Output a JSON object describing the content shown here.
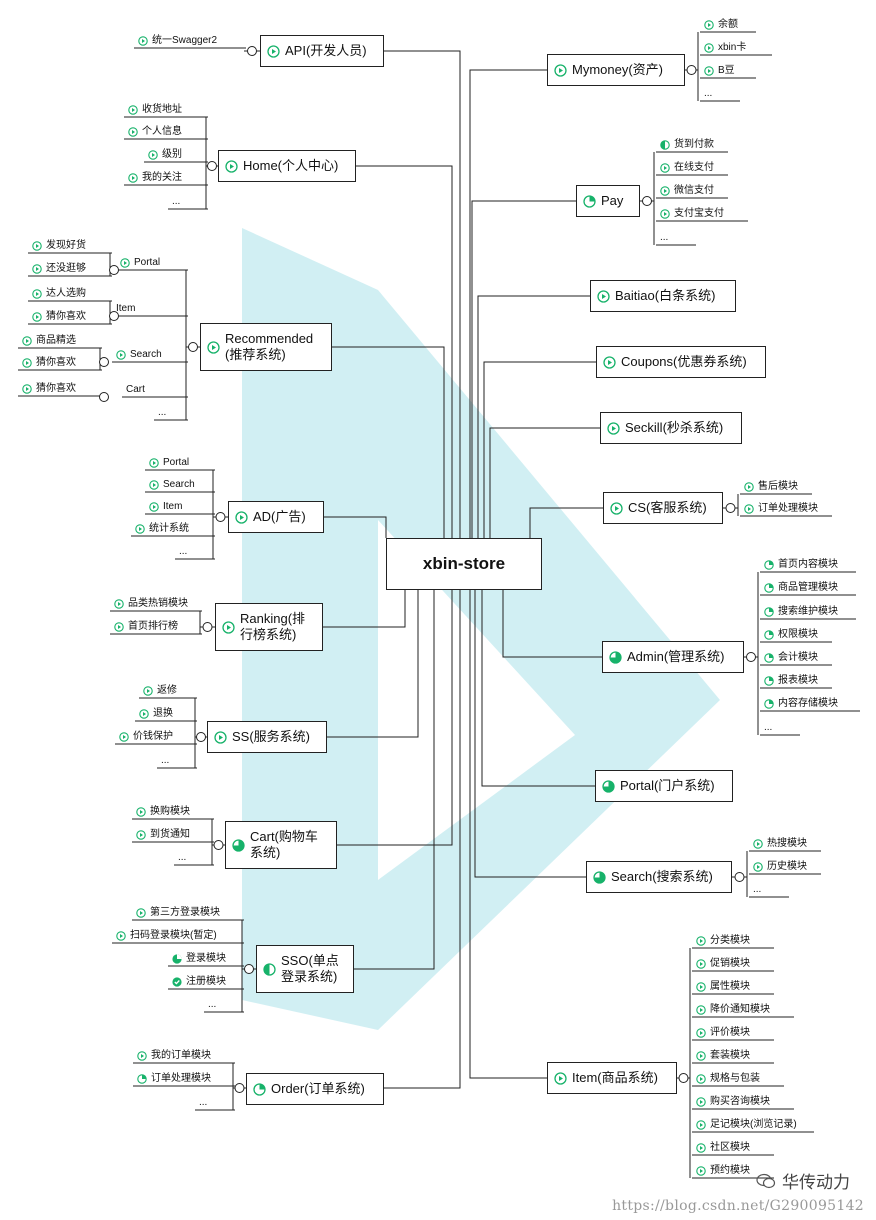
{
  "center": "xbin-store",
  "colors": {
    "accent": "#17b26a",
    "line": "#222222",
    "watermark_shape": "#c9ecf1"
  },
  "modules": {
    "api": {
      "label": "API(开发人员)",
      "leaves": [
        "统一Swagger2"
      ]
    },
    "home": {
      "label": "Home(个人中心)",
      "leaves": [
        "收货地址",
        "个人信息",
        "级别",
        "我的关注",
        "..."
      ]
    },
    "recommended": {
      "label": "Recommended (推荐系统)",
      "leaves": [
        "Portal",
        "Item",
        "Search",
        "Cart",
        "..."
      ],
      "subleaves": {
        "portal": [
          "发现好货",
          "还没逛够"
        ],
        "item": [
          "达人选购",
          "猜你喜欢"
        ],
        "search": [
          "商品精选",
          "猜你喜欢"
        ],
        "cart": [
          "猜你喜欢"
        ]
      }
    },
    "ad": {
      "label": "AD(广告)",
      "leaves": [
        "Portal",
        "Search",
        "Item",
        "统计系统",
        "..."
      ]
    },
    "ranking": {
      "label": "Ranking(排行榜系统)",
      "leaves": [
        "品类热销模块",
        "首页排行榜"
      ]
    },
    "ss": {
      "label": "SS(服务系统)",
      "leaves": [
        "返修",
        "退换",
        "价钱保护",
        "..."
      ]
    },
    "cart": {
      "label": "Cart(购物车系统)",
      "leaves": [
        "换购模块",
        "到货通知",
        "..."
      ]
    },
    "sso": {
      "label": "SSO(单点登录系统)",
      "leaves": [
        "第三方登录模块",
        "扫码登录模块(暂定)",
        "登录模块",
        "注册模块",
        "..."
      ]
    },
    "order": {
      "label": "Order(订单系统)",
      "leaves": [
        "我的订单模块",
        "订单处理模块",
        "..."
      ]
    },
    "mymoney": {
      "label": "Mymoney(资产)",
      "leaves": [
        "余额",
        "xbin卡",
        "B豆",
        "..."
      ]
    },
    "pay": {
      "label": "Pay",
      "leaves": [
        "货到付款",
        "在线支付",
        "微信支付",
        "支付宝支付",
        "..."
      ]
    },
    "baitiao": {
      "label": "Baitiao(白条系统)"
    },
    "coupons": {
      "label": "Coupons(优惠券系统)"
    },
    "seckill": {
      "label": "Seckill(秒杀系统)"
    },
    "cs": {
      "label": "CS(客服系统)",
      "leaves": [
        "售后模块",
        "订单处理模块"
      ]
    },
    "admin": {
      "label": "Admin(管理系统)",
      "leaves": [
        "首页内容模块",
        "商品管理模块",
        "搜索维护模块",
        "权限模块",
        "会计模块",
        "报表模块",
        "内容存储模块",
        "..."
      ]
    },
    "portal": {
      "label": "Portal(门户系统)"
    },
    "search": {
      "label": "Search(搜索系统)",
      "leaves": [
        "热搜模块",
        "历史模块",
        "..."
      ]
    },
    "item": {
      "label": "Item(商品系统)",
      "leaves": [
        "分类模块",
        "促销模块",
        "属性模块",
        "降价通知模块",
        "评价模块",
        "套装模块",
        "规格与包装",
        "购买咨询模块",
        "足记模块(浏览记录)",
        "社区模块",
        "预约模块"
      ]
    }
  },
  "watermark": {
    "brand": "华传动力",
    "url": "https://blog.csdn.net/G290095142"
  }
}
